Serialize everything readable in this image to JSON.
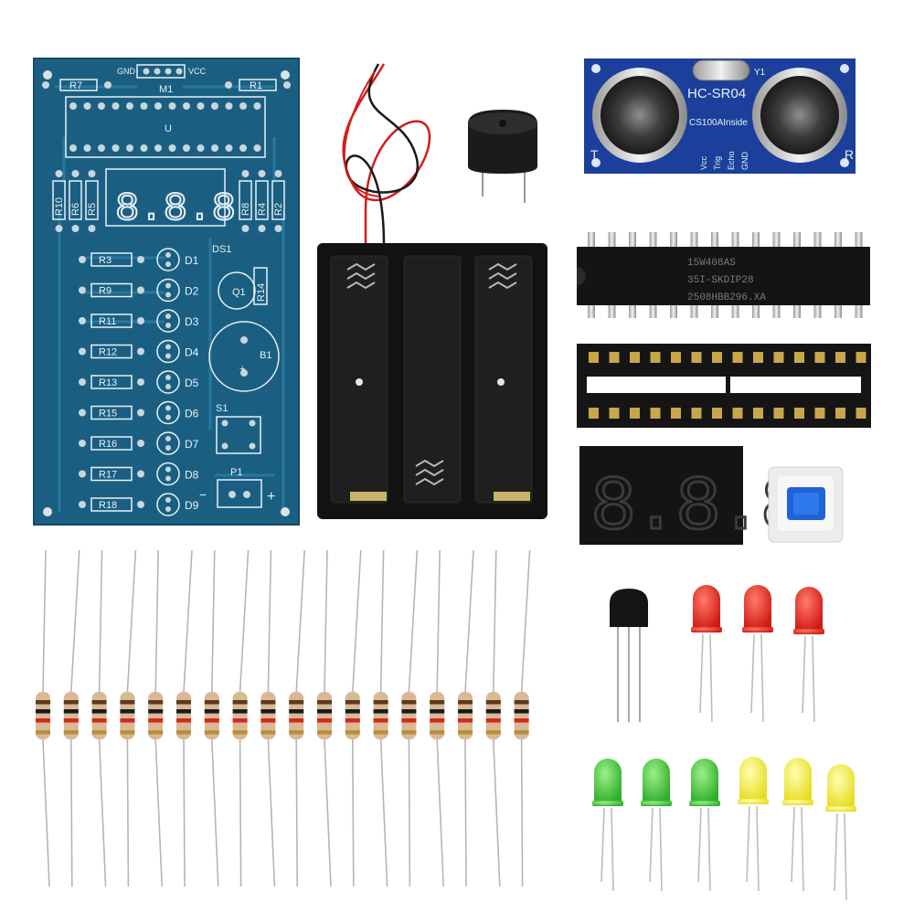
{
  "pcb": {
    "top_resistors": [
      "R7",
      "R1"
    ],
    "header_labels": [
      "GND",
      "VCC"
    ],
    "chip_label": "M1",
    "chip_ref": "U",
    "display_label": "DS1",
    "left_vertical_resistors": [
      "R10",
      "R6",
      "R5"
    ],
    "right_vertical_resistors": [
      "R8",
      "R4",
      "R2"
    ],
    "rows": [
      {
        "res": "R3",
        "led": "D1"
      },
      {
        "res": "R9",
        "led": "D2"
      },
      {
        "res": "R11",
        "led": "D3"
      },
      {
        "res": "R12",
        "led": "D4"
      },
      {
        "res": "R13",
        "led": "D5"
      },
      {
        "res": "R15",
        "led": "D6"
      },
      {
        "res": "R16",
        "led": "D7"
      },
      {
        "res": "R17",
        "led": "D8"
      },
      {
        "res": "R18",
        "led": "D9"
      }
    ],
    "transistor_label": "Q1",
    "transistor_res": "R14",
    "buzzer_label": "B1",
    "buzzer_plus": "+",
    "switch_label": "S1",
    "power_label": "P1",
    "minus": "−",
    "plus": "+"
  },
  "sensor": {
    "model": "HC-SR04",
    "sub": "CS100AInside",
    "crystal": "Y1",
    "t": "T",
    "r": "R",
    "pins": [
      "Vcc",
      "Trig",
      "Echo",
      "GND"
    ]
  },
  "chip": {
    "line1": "15W408AS",
    "line2": "35I-SKDIP28",
    "line3": "2508HBB296.XA"
  },
  "colors": {
    "pcb": "#1a5f82",
    "sensor": "#1b3f9a",
    "led_red": "#e0201a",
    "led_green": "#3fc23a",
    "led_yellow": "#f2ee3a",
    "button": "#1f63d6"
  }
}
